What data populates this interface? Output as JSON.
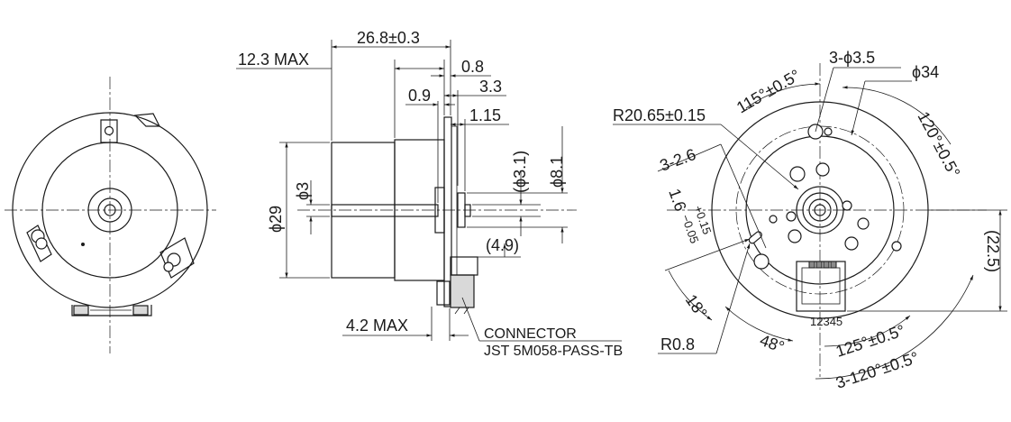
{
  "side_view": {
    "length_dim": "26.8±0.3",
    "max_front": "12.3 MAX",
    "dim_0_8": "0.8",
    "dim_0_9": "0.9",
    "dim_3_3": "3.3",
    "dim_1_15": "1.15",
    "dia_29": "ϕ29",
    "dia_3": "ϕ3",
    "dia_3_1": "(ϕ3.1)",
    "dia_8_1": "ϕ8.1",
    "dim_4_9": "(4.9)",
    "max_back": "4.2 MAX",
    "connector_title": "CONNECTOR",
    "connector_model": "JST 5M058-PASS-TB"
  },
  "rear_view": {
    "holes_3_5": "3-ϕ3.5",
    "dia_34": "ϕ34",
    "radius_20_65": "R20.65±0.15",
    "angle_115": "115°±0.5°",
    "angle_120": "120°±0.5°",
    "holes_2_6": "3-2.6",
    "slot_width": "1.6",
    "tol_plus": "+0.15",
    "tol_minus": "−0.05",
    "dim_22_5": "(22.5)",
    "angle_18": "18°",
    "radius_0_8": "R0.8",
    "angle_48": "48°",
    "angle_125": "125°±0.5°",
    "angle_3x120": "3-120°±0.5°",
    "pin_numbers": "12345"
  }
}
